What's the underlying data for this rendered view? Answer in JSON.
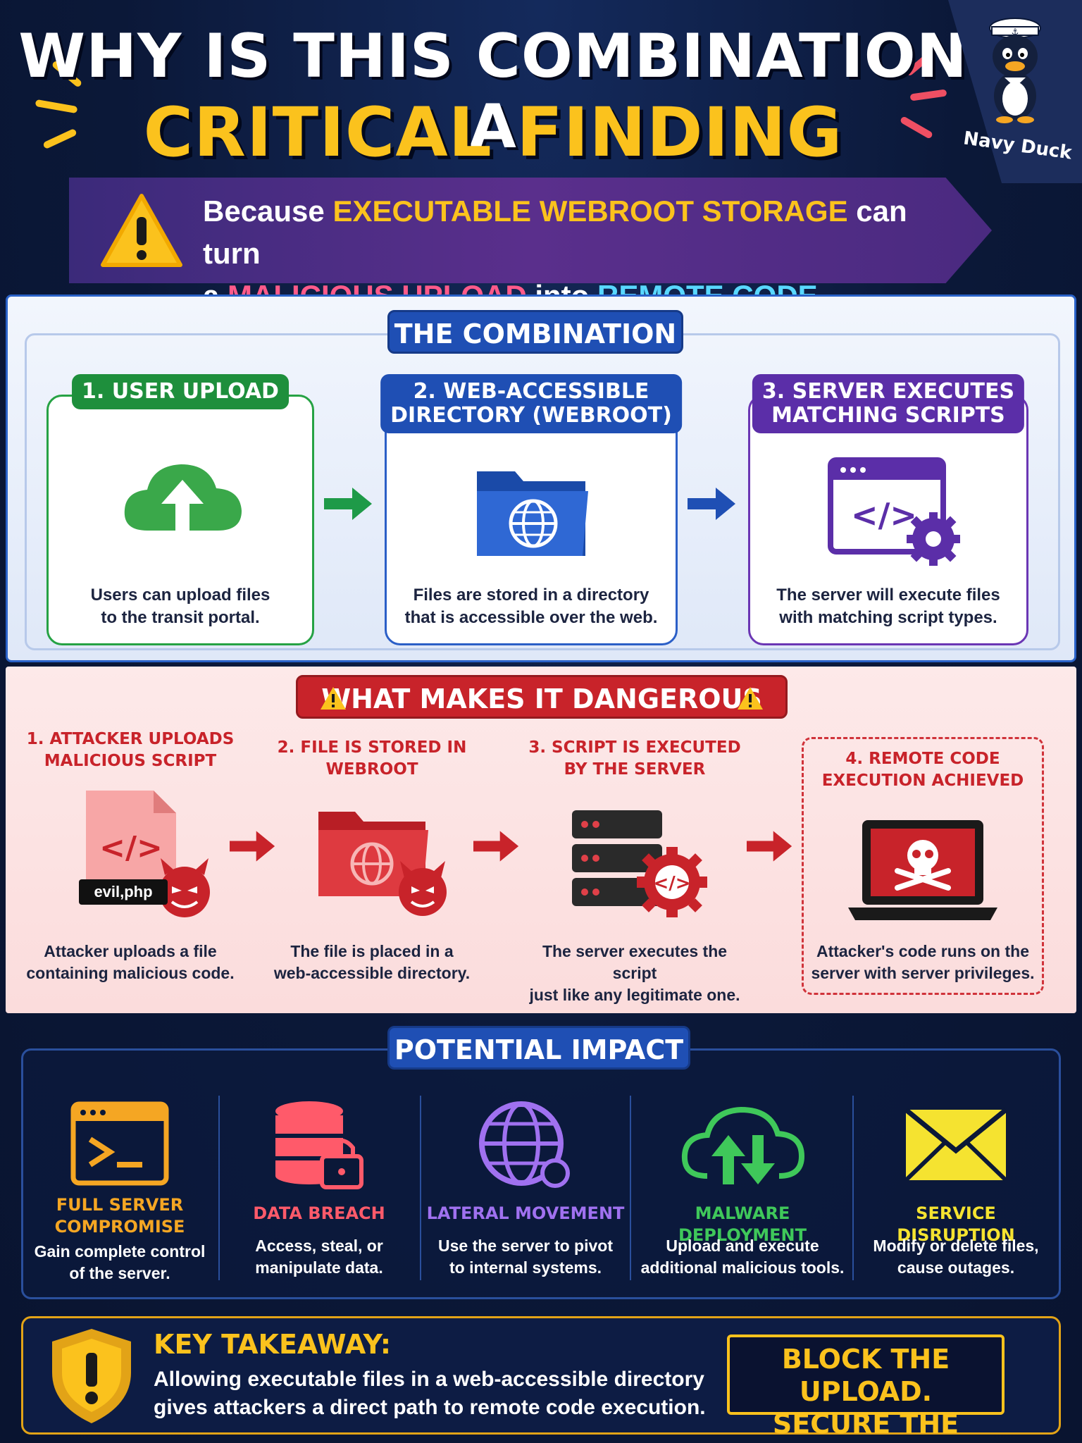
{
  "header": {
    "title_line1": "WHY IS THIS COMBINATION A",
    "title_line2": "CRITICAL FINDING CLASS",
    "title_mark": "?",
    "mascot_label": "Navy Duck"
  },
  "banner": {
    "part1": "Because ",
    "highlight1": "EXECUTABLE WEBROOT STORAGE",
    "part2": " can turn",
    "part3": "a ",
    "highlight2": "MALICIOUS UPLOAD",
    "part4": " into ",
    "highlight3": "REMOTE CODE EXECUTION."
  },
  "combination": {
    "title": "THE COMBINATION",
    "cards": [
      {
        "title_line1": "1. USER UPLOAD",
        "title_line2": "",
        "text_line1": "Users can upload files",
        "text_line2": "to the transit portal."
      },
      {
        "title_line1": "2. WEB-ACCESSIBLE",
        "title_line2": "DIRECTORY (WEBROOT)",
        "text_line1": "Files are stored in a directory",
        "text_line2": "that is accessible over the web."
      },
      {
        "title_line1": "3. SERVER EXECUTES",
        "title_line2": "MATCHING SCRIPTS",
        "text_line1": "The server will execute files",
        "text_line2": "with matching script types."
      }
    ]
  },
  "danger": {
    "title": "WHAT MAKES IT DANGEROUS",
    "file_label": "evil,php",
    "steps": [
      {
        "title_line1": "1. ATTACKER UPLOADS",
        "title_line2": "MALICIOUS SCRIPT",
        "text_line1": "Attacker uploads a file",
        "text_line2": "containing malicious code."
      },
      {
        "title_line1": "2. FILE IS STORED IN",
        "title_line2": "WEBROOT",
        "text_line1": "The file is placed in a",
        "text_line2": "web-accessible directory."
      },
      {
        "title_line1": "3. SCRIPT IS EXECUTED",
        "title_line2": "BY THE SERVER",
        "text_line1": "The server executes the script",
        "text_line2": "just like any legitimate one."
      },
      {
        "title_line1": "4. REMOTE CODE",
        "title_line2": "EXECUTION ACHIEVED",
        "text_line1": "Attacker's code runs on the",
        "text_line2": "server with server privileges."
      }
    ]
  },
  "impact": {
    "title": "POTENTIAL IMPACT",
    "items": [
      {
        "title_line1": "FULL SERVER",
        "title_line2": "COMPROMISE",
        "text_line1": "Gain complete control",
        "text_line2": "of the server.",
        "color": "#f5a623"
      },
      {
        "title_line1": "DATA BREACH",
        "title_line2": "",
        "text_line1": "Access, steal, or",
        "text_line2": "manipulate data.",
        "color": "#ff5a6a"
      },
      {
        "title_line1": "LATERAL MOVEMENT",
        "title_line2": "",
        "text_line1": "Use the server to pivot",
        "text_line2": "to internal systems.",
        "color": "#a071f0"
      },
      {
        "title_line1": "MALWARE DEPLOYMENT",
        "title_line2": "",
        "text_line1": "Upload and execute",
        "text_line2": "additional malicious tools.",
        "color": "#3fc85a"
      },
      {
        "title_line1": "SERVICE DISRUPTION",
        "title_line2": "",
        "text_line1": "Modify or delete files,",
        "text_line2": "cause outages.",
        "color": "#f5e330"
      }
    ]
  },
  "takeaway": {
    "title": "KEY TAKEAWAY:",
    "text_line1": "Allowing executable files in a web-accessible directory",
    "text_line2": "gives attackers a direct path to remote code execution.",
    "cta_line1": "BLOCK THE UPLOAD.",
    "cta_line2": "SECURE THE SERVER."
  },
  "colors": {
    "background": "#0b1838",
    "accent_yellow": "#fbc21d",
    "accent_red": "#c8232a",
    "accent_blue": "#1f4fb4",
    "accent_green": "#26a244",
    "accent_purple": "#6b36b4"
  }
}
